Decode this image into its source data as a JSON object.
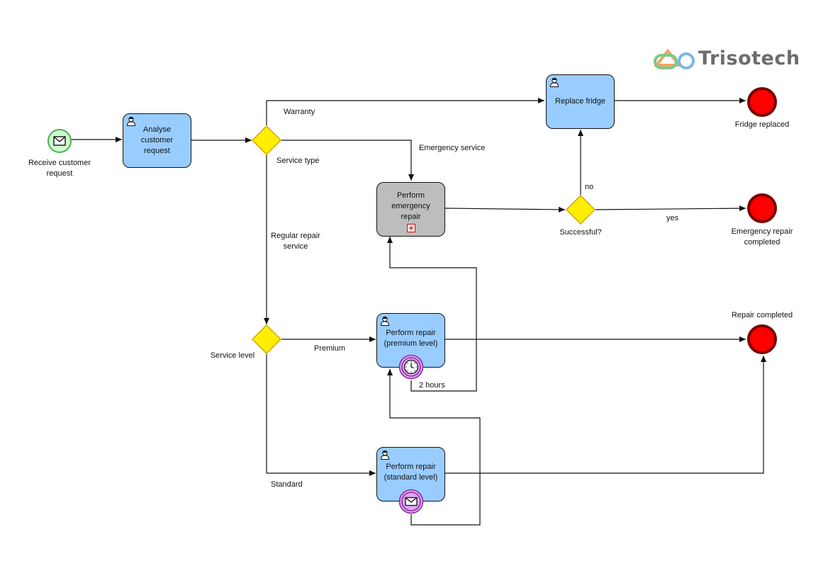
{
  "logo": {
    "text": "Trisotech",
    "colors": {
      "text": "#6d6d6d",
      "orange": "#f4a460",
      "green": "#7ec88b",
      "blue": "#7fb6e3"
    }
  },
  "events": {
    "start": {
      "label": "Receive customer\nrequest",
      "type": "message-start",
      "icon": "envelope-icon"
    },
    "end_fridge": {
      "label": "Fridge replaced"
    },
    "end_emergency": {
      "label": "Emergency repair\ncompleted"
    },
    "end_repair": {
      "label": "Repair completed"
    },
    "timer_boundary": {
      "label": "2 hours",
      "icon": "clock-icon"
    },
    "message_boundary": {
      "icon": "envelope-icon"
    }
  },
  "tasks": {
    "analyse": {
      "label": "Analyse customer\nrequest",
      "type": "user-task"
    },
    "replace": {
      "label": "Replace fridge",
      "type": "user-task"
    },
    "emergency": {
      "label": "Perform\nemergency repair",
      "type": "collapsed-subprocess"
    },
    "premium": {
      "label": "Perform repair\n(premium level)",
      "type": "user-task"
    },
    "standard": {
      "label": "Perform repair\n(standard level)",
      "type": "user-task"
    }
  },
  "gateways": {
    "service_type": {
      "label": "Service type"
    },
    "successful": {
      "label": "Successful?"
    },
    "service_level": {
      "label": "Service level"
    }
  },
  "flows": {
    "warranty": "Warranty",
    "emergency_service": "Emergency service",
    "regular_repair": "Regular repair\nservice",
    "no": "no",
    "yes": "yes",
    "premium": "Premium",
    "standard": "Standard"
  },
  "colors": {
    "task_fill": "#99ccff",
    "subprocess_fill": "#bdbdbd",
    "gateway_fill": "#ffee00",
    "gateway_stroke": "#d4a300",
    "start_fill": "#ccffcc",
    "start_stroke": "#4caf50",
    "end_fill": "#ff0000",
    "end_stroke": "#7a0000",
    "boundary_fill": "#e1a7f0",
    "boundary_stroke": "#8d2ea0"
  }
}
